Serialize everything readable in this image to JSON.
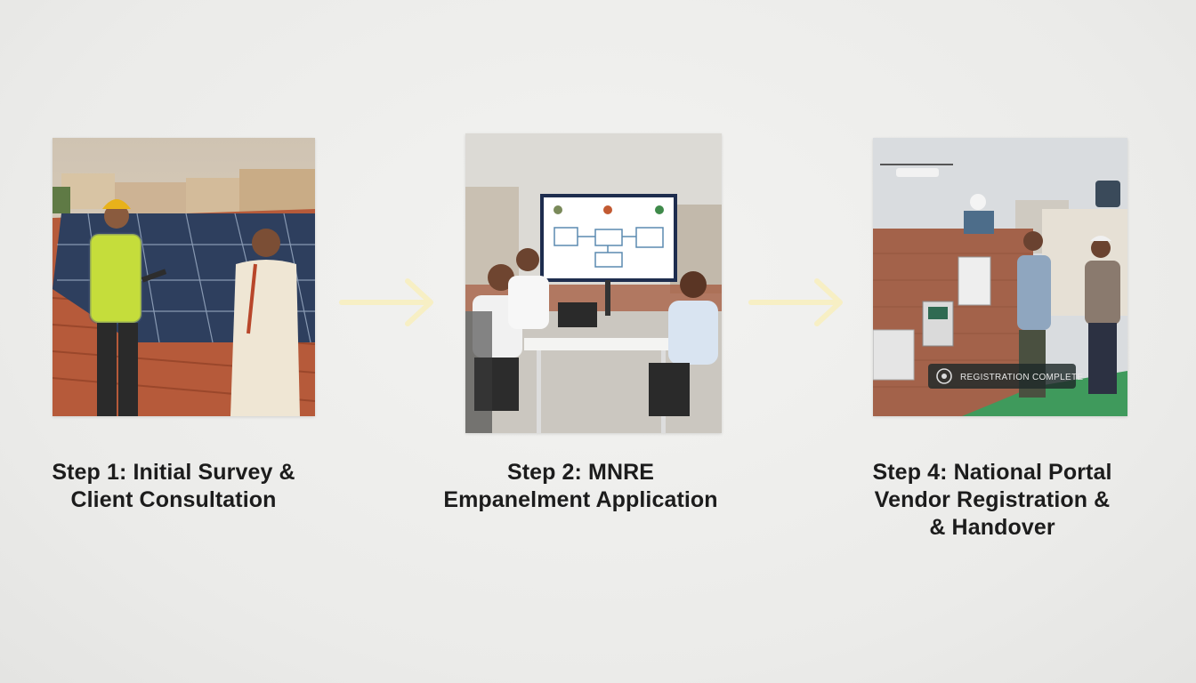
{
  "steps": [
    {
      "title_line1": "Step 1: Initial Survey &",
      "title_line2": "Client Consultation",
      "photo": "rooftop-solar-survey-photo"
    },
    {
      "title_line1": "Step 2: MNRE",
      "title_line2": "Empanelment Application",
      "photo": "office-meeting-photo"
    },
    {
      "title_line1": "Step 4: National Portal",
      "title_line2": "Vendor Registration &",
      "title_line3": "& Handover",
      "photo": "handover-installation-photo",
      "badge": "REGISTRATION COMPLETE"
    }
  ],
  "arrows": [
    "right-arrow-icon",
    "right-arrow-icon"
  ],
  "colors": {
    "background": "#ececea",
    "arrow": "#f7efc4",
    "caption": "#1c1c1c"
  }
}
